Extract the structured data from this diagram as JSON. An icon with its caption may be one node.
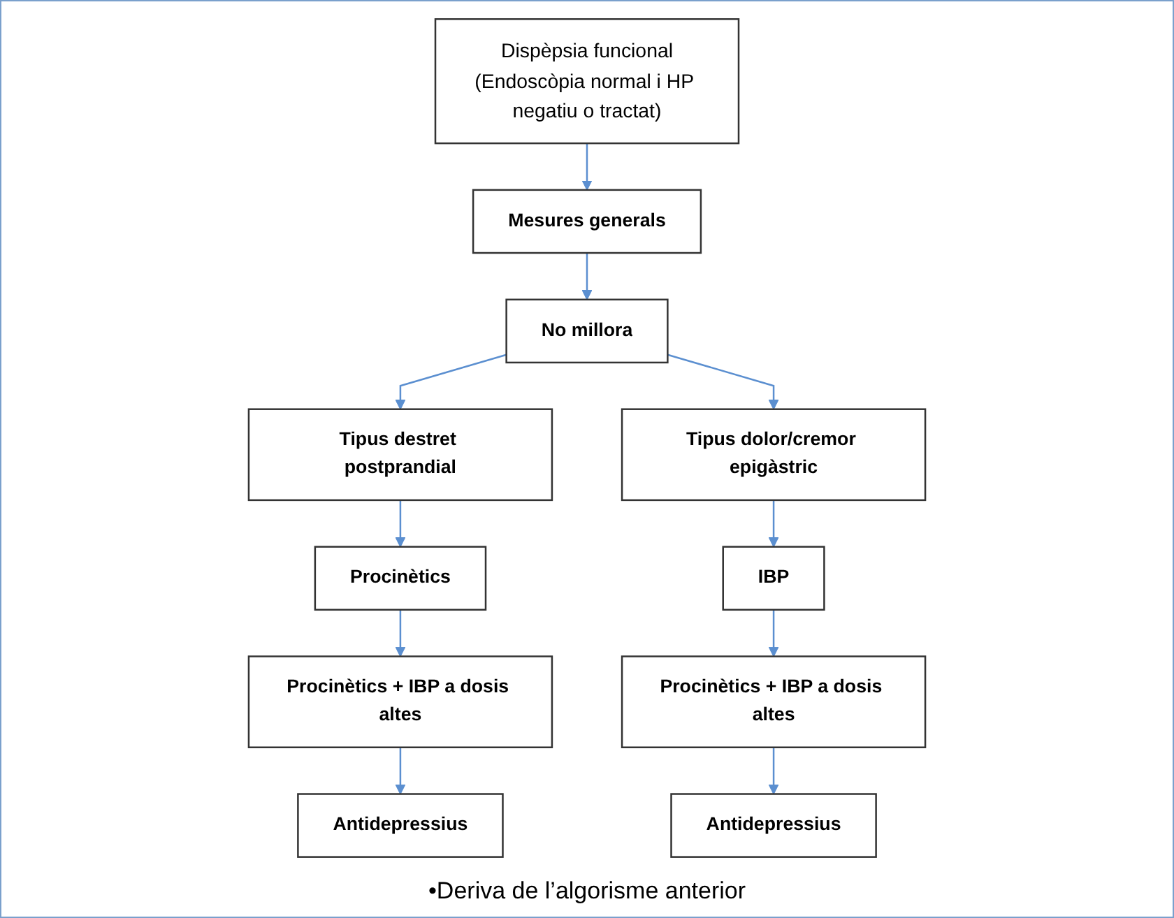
{
  "diagram": {
    "nodes": [
      {
        "text": [
          "Dispèpsia funcional",
          "(Endoscòpia normal i HP negatiu o tractat)"
        ]
      },
      {
        "text": [
          "Mesures generals"
        ]
      },
      {
        "text": [
          "No millora"
        ]
      },
      {
        "text": [
          "Tipus destret postprandial"
        ]
      },
      {
        "text": [
          "Procinètics"
        ]
      },
      {
        "text": [
          "Procinètics + IBP a dosis altes"
        ]
      },
      {
        "text": [
          "Antidepressius"
        ]
      },
      {
        "text": [
          "Tipus dolor/cremor epigàstric"
        ]
      },
      {
        "text": [
          "IBP"
        ]
      },
      {
        "text": [
          "Procinètics + IBP a dosis altes"
        ]
      },
      {
        "text": [
          "Antidepressius"
        ]
      }
    ],
    "edges": [
      {
        "from": 0,
        "to": 1,
        "arrow": "to"
      },
      {
        "from": 1,
        "to": 2,
        "arrow": "to"
      },
      {
        "from": 2,
        "to": 3,
        "arrow": "to"
      },
      {
        "from": 2,
        "to": 7,
        "arrow": "to"
      },
      {
        "from": 3,
        "to": 4,
        "arrow": "to"
      },
      {
        "from": 4,
        "to": 5,
        "arrow": "to"
      },
      {
        "from": 5,
        "to": 6,
        "arrow": "to"
      },
      {
        "from": 7,
        "to": 8,
        "arrow": "to"
      },
      {
        "from": 8,
        "to": 9,
        "arrow": "to"
      },
      {
        "from": 9,
        "to": 10,
        "arrow": "to"
      }
    ],
    "labels": [
      "•Deriva de l’algorisme anterior"
    ]
  }
}
